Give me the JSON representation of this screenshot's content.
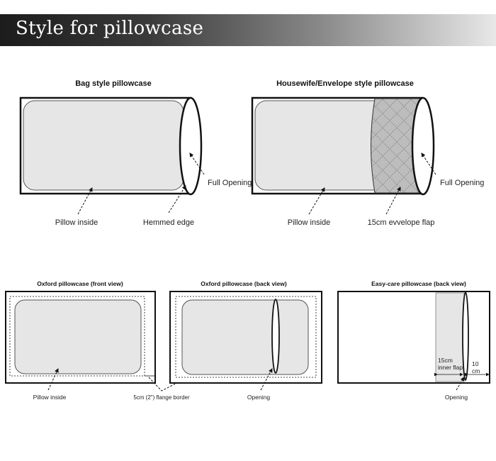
{
  "header": {
    "title": "Style for pillowcase"
  },
  "bag": {
    "title": "Bag style pillowcase",
    "label_pillow": "Pillow inside",
    "label_edge": "Hemmed edge",
    "label_opening": "Full Opening"
  },
  "housewife": {
    "title": "Housewife/Envelope style pillowcase",
    "label_pillow": "Pillow inside",
    "label_flap": "15cm evvelope flap",
    "label_opening": "Full Opening"
  },
  "oxford_front": {
    "title": "Oxford pillowcase (front view)",
    "label_pillow": "Pillow inside",
    "label_flange": "5cm (2\") flange border"
  },
  "oxford_back": {
    "title": "Oxford pillowcase (back view)",
    "label_opening": "Opening"
  },
  "easycare": {
    "title": "Easy-care pillowcase (back view)",
    "label_inner_flap_1": "15cm",
    "label_inner_flap_2": "inner flap",
    "label_width_1": "10",
    "label_width_2": "cm",
    "label_opening": "Opening"
  }
}
